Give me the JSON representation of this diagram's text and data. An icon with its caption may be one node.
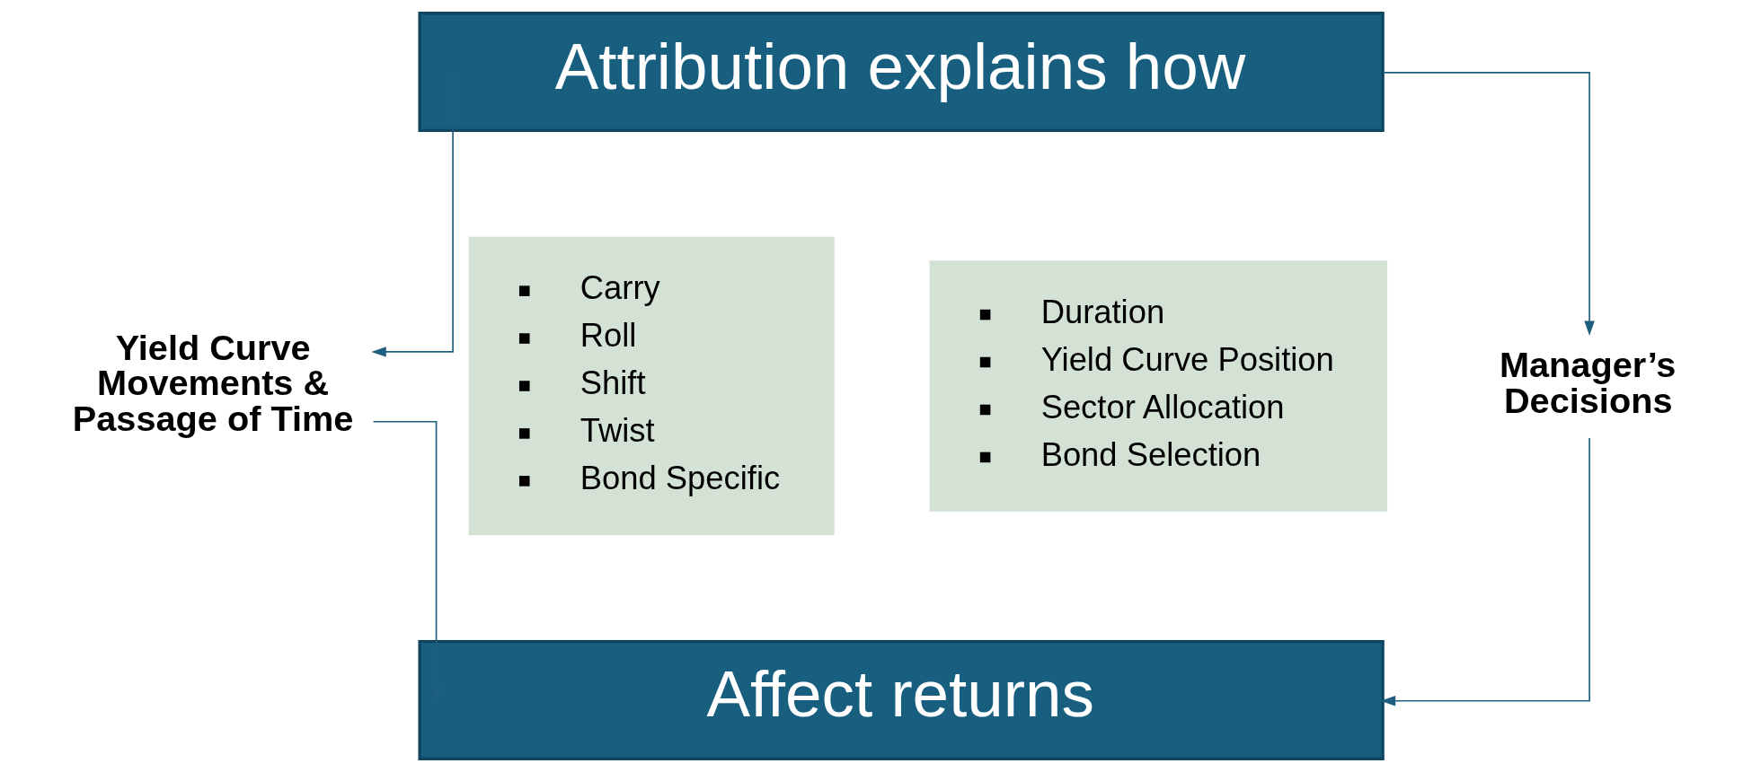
{
  "diagram": {
    "nodes": [
      {
        "text": [
          "Attribution explains how"
        ]
      },
      {
        "text": [
          "Yield Curve Movements & Passage of Time"
        ]
      },
      {
        "text": [
          "Carry",
          "Roll",
          "Shift",
          "Twist",
          "Bond Specific"
        ]
      },
      {
        "text": [
          "Duration",
          "Yield Curve Position",
          "Sector Allocation",
          "Bond Selection"
        ]
      },
      {
        "text": [
          "Manager’s Decisions"
        ]
      },
      {
        "text": [
          "Affect returns"
        ]
      }
    ],
    "edges": [
      {
        "from": 0,
        "to": 1,
        "arrow": "to"
      },
      {
        "from": 0,
        "to": 4,
        "arrow": "to"
      },
      {
        "from": 1,
        "to": 5,
        "arrow": "to"
      },
      {
        "from": 4,
        "to": 5,
        "arrow": "to"
      }
    ]
  }
}
